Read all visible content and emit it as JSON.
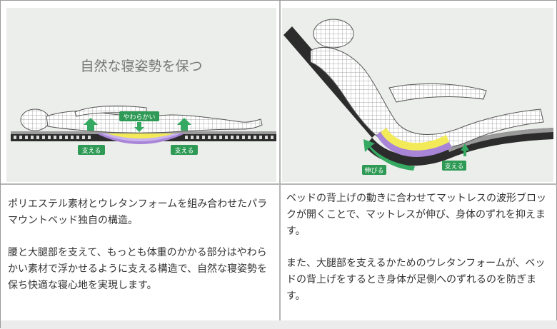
{
  "left_panel": {
    "heading": "自然な寝姿勢を保つ",
    "label_soft": "やわらかい",
    "label_support_left": "支える",
    "label_support_right": "支える"
  },
  "right_panel": {
    "label_stretch": "伸びる",
    "label_support": "支える"
  },
  "left_caption": {
    "para1": "ポリエステル素材とウレタンフォームを組み合わせたパラマウントベッド独自の構造。",
    "para2": "腰と大腿部を支えて、もっとも体重のかかる部分はやわらかい素材で浮かせるように支える構造で、自然な寝姿勢を保ち快適な寝心地を実現します。"
  },
  "right_caption": {
    "para1": "ベッドの背上げの動きに合わせてマットレスの波形ブロックが開くことで、マットレスが伸び、身体のずれを抑えます。",
    "para2": "また、大腿部を支えるかためのウレタンフォームが、ベッドの背上げをするとき身体が足側へのずれるのを防ぎます。"
  },
  "colors": {
    "label_green": "#2e9a55",
    "arrow_green": "#35a862",
    "soft_yellow": "#f3ea5a",
    "wave_purple": "#a985d8",
    "mattress_dark": "#2c2c2c"
  }
}
